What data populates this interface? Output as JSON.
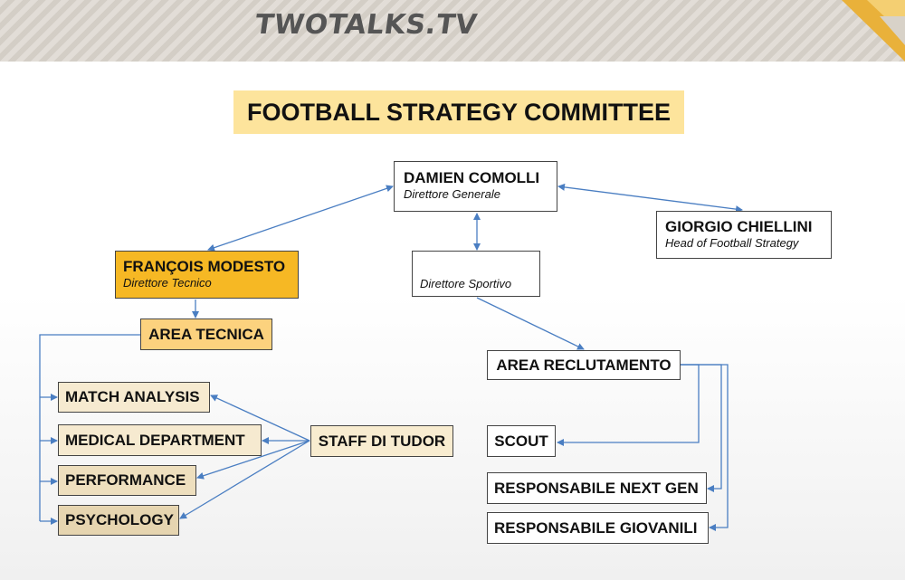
{
  "header": {
    "brand": "TWOTALKS.TV"
  },
  "title": "FOOTBALL STRATEGY COMMITTEE",
  "nodes": {
    "comolli": {
      "name": "DAMIEN COMOLLI",
      "role": "Direttore Generale"
    },
    "chiellini": {
      "name": "GIORGIO CHIELLINI",
      "role": "Head of Football Strategy"
    },
    "modesto": {
      "name": "FRANÇOIS MODESTO",
      "role": "Direttore Tecnico"
    },
    "ds": {
      "role": "Direttore Sportivo"
    },
    "area_tecnica": "AREA TECNICA",
    "area_reclutamento": "AREA RECLUTAMENTO",
    "match_analysis": "MATCH ANALYSIS",
    "medical": "MEDICAL DEPARTMENT",
    "performance": "PERFORMANCE",
    "psychology": "PSYCHOLOGY",
    "staff_tudor": "STAFF DI TUDOR",
    "scout": "SCOUT",
    "next_gen": "RESPONSABILE NEXT GEN",
    "giovanili": "RESPONSABILE GIOVANILI"
  },
  "colors": {
    "arrow": "#4a7ec2",
    "title_bg": "#fde49c",
    "modesto_bg": "#f6b824",
    "area_tecnica_bg": "#fcd27e",
    "sub_bg": "#f6ead0",
    "staff_bg": "#f8ecd0"
  }
}
